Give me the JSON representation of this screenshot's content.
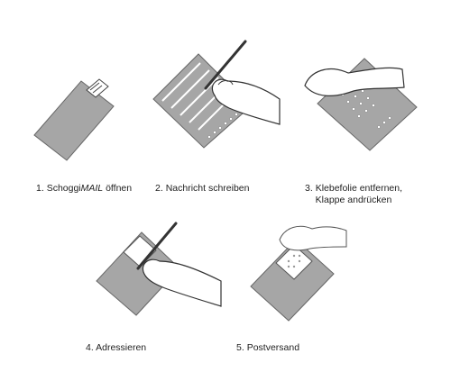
{
  "steps": [
    {
      "number": "1.",
      "text_before": "Schoggi",
      "text_italic": "MAIL",
      "text_after": "öffnen"
    },
    {
      "number": "2.",
      "text": "Nachricht schreiben"
    },
    {
      "number": "3.",
      "line1": "Klebefolie entfernen,",
      "line2": "Klappe andrücken"
    },
    {
      "number": "4.",
      "text": "Adressieren"
    },
    {
      "number": "5.",
      "text": "Postversand"
    }
  ],
  "colors": {
    "card": "#a6a6a6",
    "card_dark": "#8a8a8a",
    "outline": "#555555",
    "hand_stroke": "#333333"
  }
}
